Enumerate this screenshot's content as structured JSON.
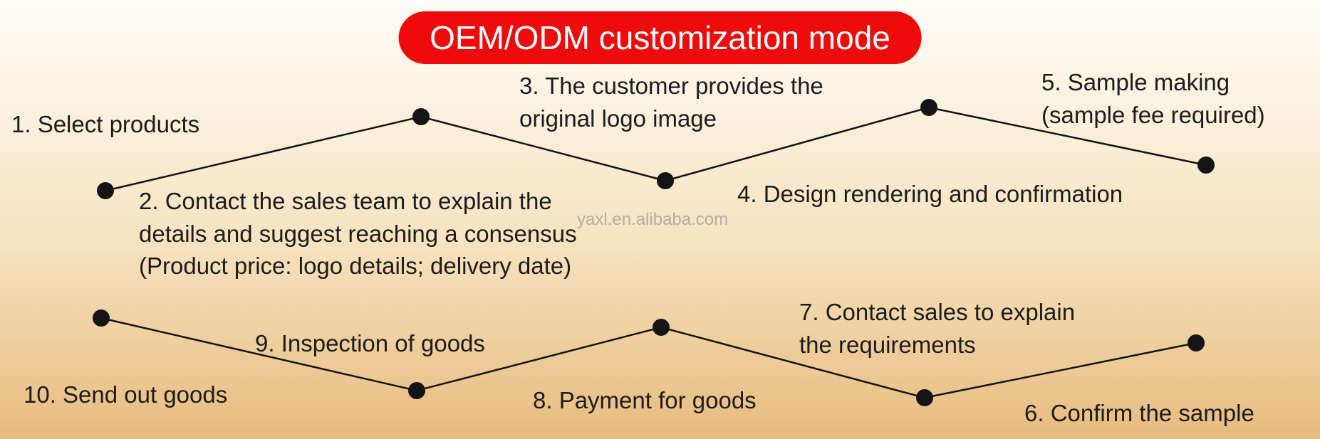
{
  "title": "OEM/ODM customization mode",
  "watermark": "yaxl.en.alibaba.com",
  "colors": {
    "bg_top": "#fefdf8",
    "bg_mid": "#f6e3c0",
    "bg_bottom": "#e8bb7e",
    "title_bg": "#ee0b0b",
    "title_text": "#ffffff",
    "text": "#1c1c1c",
    "line": "#141414",
    "watermark": "#9b9b9b"
  },
  "steps": [
    {
      "id": "1",
      "label": "1. Select products"
    },
    {
      "id": "2",
      "label": "2. Contact the sales team to explain the\ndetails and suggest reaching a consensus\n(Product price: logo details; delivery date)"
    },
    {
      "id": "3",
      "label": "3. The customer provides the\noriginal logo image"
    },
    {
      "id": "4",
      "label": "4. Design rendering and confirmation"
    },
    {
      "id": "5",
      "label": "5. Sample making\n(sample fee required)"
    },
    {
      "id": "6",
      "label": "6. Confirm the sample"
    },
    {
      "id": "7",
      "label": "7. Contact sales to explain\nthe requirements"
    },
    {
      "id": "8",
      "label": "8. Payment for goods"
    },
    {
      "id": "9",
      "label": "9. Inspection of goods"
    },
    {
      "id": "10",
      "label": "10. Send out goods"
    }
  ]
}
